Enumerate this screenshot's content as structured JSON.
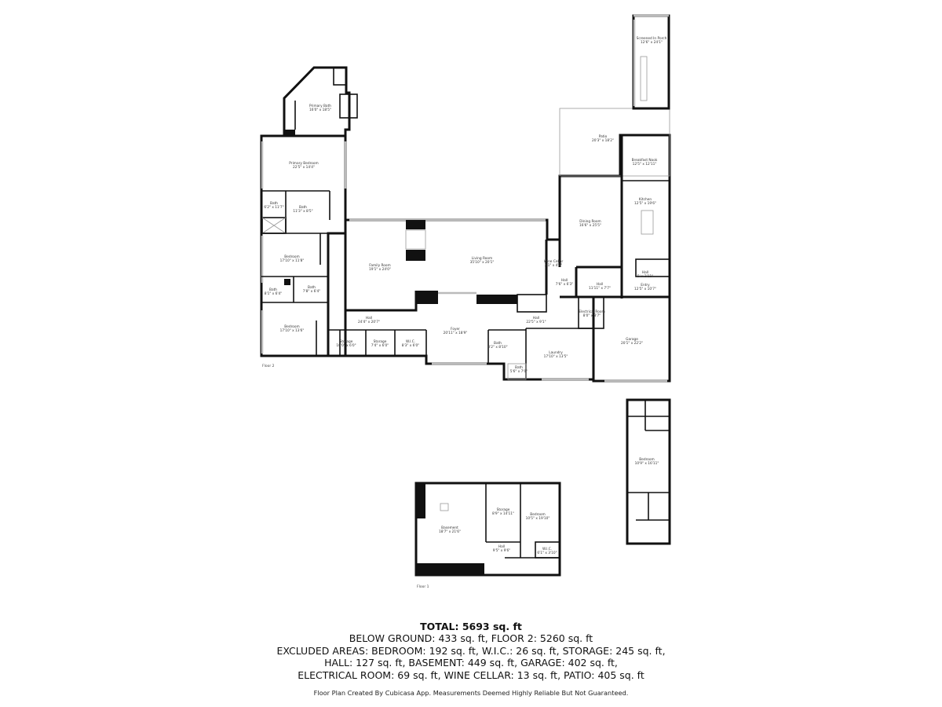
{
  "floor2": {
    "label": "Floor 2",
    "rooms": [
      {
        "name": "Screened In Porch",
        "dims": "12'6\" x 24'1\""
      },
      {
        "name": "Primary Bath",
        "dims": "16'0\" x 18'5\""
      },
      {
        "name": "Primary Bedroom",
        "dims": "22'5\" x 14'4\""
      },
      {
        "name": "Patio",
        "dims": "20'3\" x 18'2\""
      },
      {
        "name": "Breakfast Nook",
        "dims": "12'5\" x 12'11\""
      },
      {
        "name": "Bath",
        "dims": "6'2\" x 11'7\""
      },
      {
        "name": "Bath",
        "dims": "11'3\" x 8'5\""
      },
      {
        "name": "Kitchen",
        "dims": "12'5\" x 19'6\""
      },
      {
        "name": "Dining Room",
        "dims": "16'6\" x 25'5\""
      },
      {
        "name": "Family Room",
        "dims": "19'1\" x 24'0\""
      },
      {
        "name": "Living Room",
        "dims": "35'10\" x 20'1\""
      },
      {
        "name": "Bedroom",
        "dims": "17'10\" x 11'8\""
      },
      {
        "name": "Wine Cellar",
        "dims": "2'1\" x 4'0\""
      },
      {
        "name": "Hall",
        "dims": "7'6\" x 6'3\""
      },
      {
        "name": "Hall",
        "dims": "11'11\" x 7'7\""
      },
      {
        "name": "Hall",
        "dims": "5' x 2'11\""
      },
      {
        "name": "Entry",
        "dims": "12'5\" x 10'7\""
      },
      {
        "name": "Bath",
        "dims": "8'1\" x 6'4\""
      },
      {
        "name": "Bath",
        "dims": "7'8\" x 6'4\""
      },
      {
        "name": "Hall",
        "dims": "24'4\" x 20'7\""
      },
      {
        "name": "Hall",
        "dims": "22'5\" x 9'1\""
      },
      {
        "name": "Electrical Room",
        "dims": "8'0\" x 8'7\""
      },
      {
        "name": "Bedroom",
        "dims": "17'10\" x 13'6\""
      },
      {
        "name": "Foyer",
        "dims": "20'11\" x 18'9\""
      },
      {
        "name": "Storage",
        "dims": "10'0\" x 6'0\""
      },
      {
        "name": "Storage",
        "dims": "7'4\" x 6'0\""
      },
      {
        "name": "W.I.C.",
        "dims": "8'3\" x 6'0\""
      },
      {
        "name": "Bath",
        "dims": "8'2\" x 8'10\""
      },
      {
        "name": "Garage",
        "dims": "20'1\" x 22'2\""
      },
      {
        "name": "Laundry",
        "dims": "17'10\" x 13'5\""
      },
      {
        "name": "Bath",
        "dims": "5'6\" x 7'0\""
      },
      {
        "name": "Bedroom",
        "dims": "10'9\" x 16'11\""
      }
    ]
  },
  "floor1": {
    "label": "Floor 1",
    "rooms": [
      {
        "name": "Basement",
        "dims": "18'7\" x 21'6\""
      },
      {
        "name": "Storage",
        "dims": "8'9\" x 14'11\""
      },
      {
        "name": "Bedroom",
        "dims": "10'5\" x 19'10\""
      },
      {
        "name": "Hall",
        "dims": "9'5\" x 9'6\""
      },
      {
        "name": "W.I.C.",
        "dims": "6'1\" x 3'10\""
      }
    ]
  },
  "summary": {
    "total": "TOTAL: 5693 sq. ft",
    "lines": [
      "BELOW GROUND: 433 sq. ft, FLOOR 2: 5260 sq. ft",
      "EXCLUDED AREAS: BEDROOM: 192 sq. ft, W.I.C.: 26 sq. ft, STORAGE: 245 sq. ft,",
      "HALL: 127 sq. ft, BASEMENT: 449 sq. ft, GARAGE: 402 sq. ft,",
      "ELECTRICAL ROOM: 69 sq. ft, WINE CELLAR: 13 sq. ft, PATIO: 405 sq. ft"
    ],
    "credit": "Floor Plan Created By Cubicasa App. Measurements Deemed Highly Reliable But Not Guaranteed."
  }
}
